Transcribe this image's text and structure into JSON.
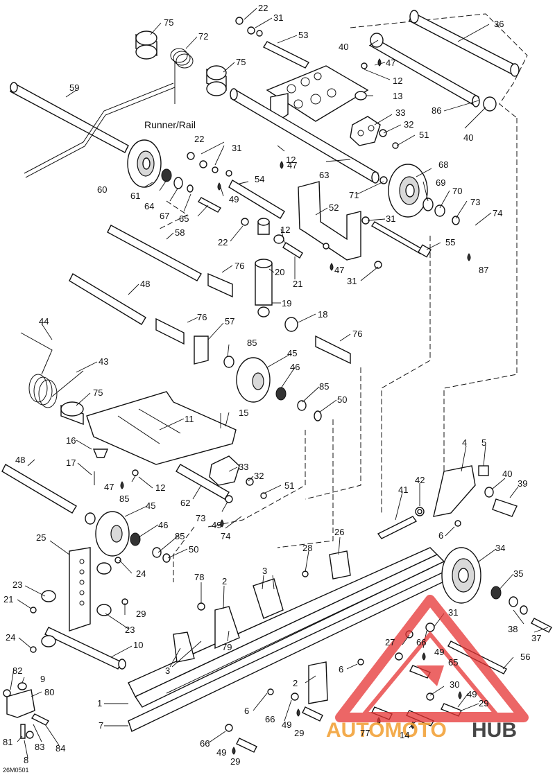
{
  "diagram": {
    "section_label": "Runner/Rail",
    "drawing_code": "26M0501",
    "watermark": {
      "brand_part1": "AUTOMOTO",
      "brand_part2": "HUB",
      "color_primary": "#e63333",
      "color_secondary": "#f2a33a",
      "color_dark": "#333333"
    },
    "callouts": [
      "1",
      "2",
      "3",
      "4",
      "5",
      "6",
      "7",
      "8",
      "9",
      "10",
      "11",
      "12",
      "13",
      "14",
      "15",
      "16",
      "17",
      "18",
      "19",
      "20",
      "21",
      "22",
      "23",
      "24",
      "25",
      "26",
      "27",
      "28",
      "29",
      "30",
      "31",
      "32",
      "33",
      "34",
      "35",
      "36",
      "37",
      "38",
      "39",
      "40",
      "41",
      "42",
      "43",
      "44",
      "45",
      "46",
      "47",
      "48",
      "49",
      "50",
      "51",
      "52",
      "53",
      "54",
      "55",
      "56",
      "57",
      "58",
      "59",
      "60",
      "61",
      "62",
      "63",
      "64",
      "65",
      "66",
      "67",
      "68",
      "69",
      "70",
      "71",
      "72",
      "73",
      "74",
      "75",
      "76",
      "77",
      "78",
      "79",
      "80",
      "81",
      "82",
      "83",
      "84",
      "85",
      "86",
      "87"
    ]
  }
}
